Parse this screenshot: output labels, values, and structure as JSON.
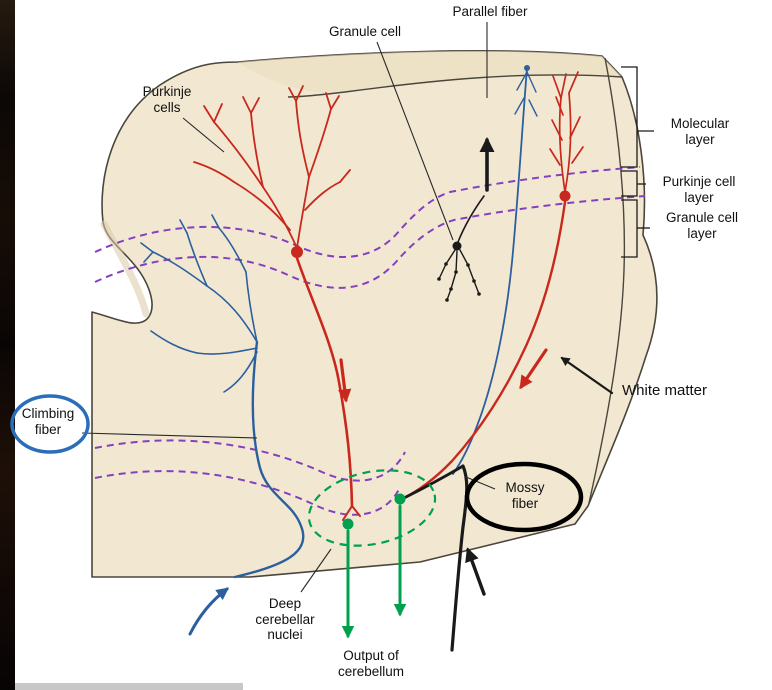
{
  "diagram": {
    "labels": {
      "parallel_fiber": "Parallel fiber",
      "granule_cell": "Granule cell",
      "purkinje_cells": "Purkinje cells",
      "molecular_layer": "Molecular layer",
      "purkinje_cell_layer": "Purkinje cell layer",
      "granule_cell_layer": "Granule cell layer",
      "white_matter": "White matter",
      "climbing_fiber": "Climbing fiber",
      "mossy_fiber": "Mossy fiber",
      "deep_cerebellar_nuclei": "Deep cerebellar nuclei",
      "output_of_cerebellum": "Output of cerebellum"
    }
  },
  "colors": {
    "purkinje_red": "#c9281c",
    "climbing_blue": "#2c5f9e",
    "fiber_black": "#1a1a1a",
    "layer_purple": "#8440bf",
    "output_green": "#00a14e",
    "block_fill": "#f2e8d2",
    "block_outline": "#4a463c",
    "annotation_blue": "#2a6ebb",
    "annotation_black": "#000000"
  }
}
